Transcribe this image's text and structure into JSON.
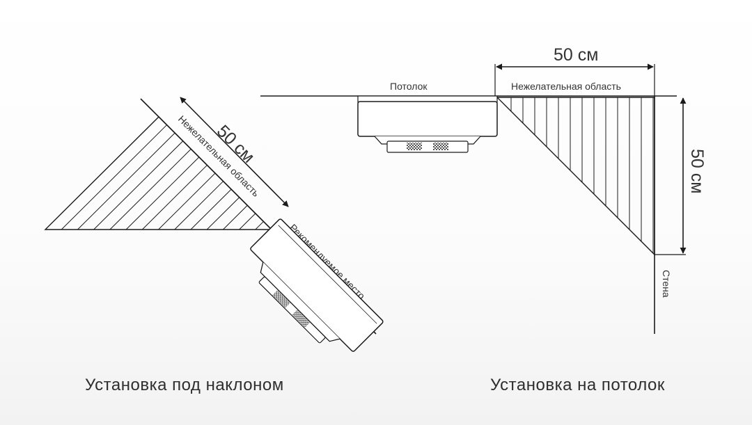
{
  "left": {
    "title": "Установка под наклоном",
    "dimension_label": "50 см",
    "undesirable_zone_label": "Нежелательная область",
    "recommended_label": "Рекомендуемое место"
  },
  "right": {
    "title": "Установка на потолок",
    "ceiling_label": "Потолок",
    "wall_label": "Стена",
    "undesirable_zone_label": "Нежелательная область",
    "horizontal_dimension_label": "50 см",
    "vertical_dimension_label": "50 см"
  },
  "colors": {
    "line": "#1a1a1a",
    "text": "#333333",
    "grille": "#555555"
  }
}
